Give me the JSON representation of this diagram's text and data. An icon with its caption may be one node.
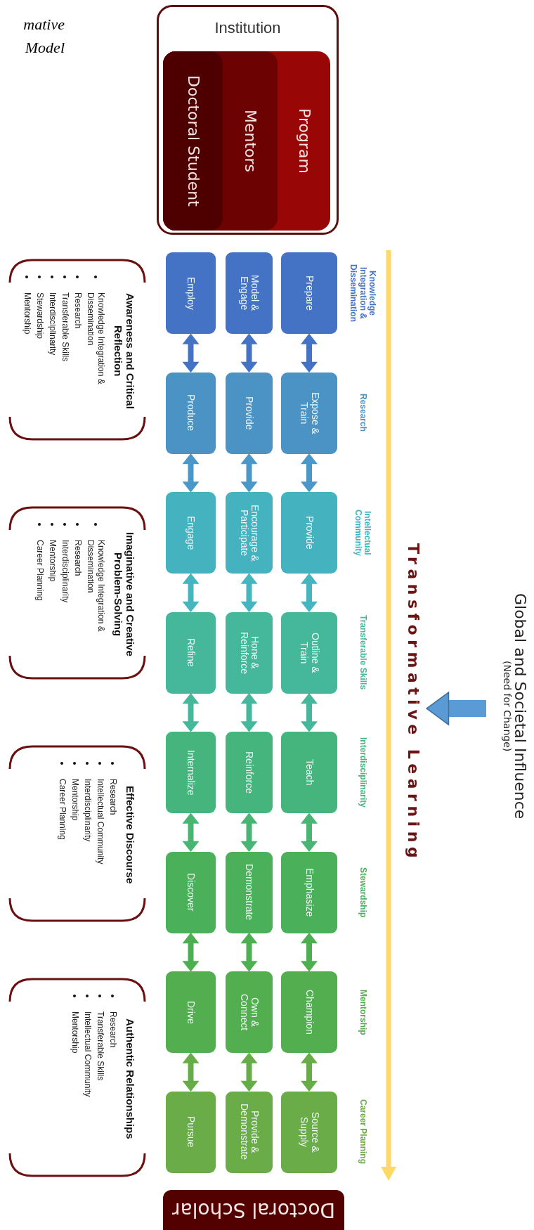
{
  "diagram": {
    "title": "mative Model",
    "nodes": [
      {
        "text": [
          "Institution"
        ]
      },
      {
        "text": [
          "Program"
        ],
        "in": 0
      },
      {
        "text": [
          "Mentors"
        ],
        "in": 1
      },
      {
        "text": [
          "Doctoral Student"
        ],
        "in": 2
      },
      {
        "text": [
          "Global and Societal Influence",
          "(Need for Change)"
        ]
      },
      {
        "text": [
          "Transformative Learning"
        ]
      },
      {
        "text": [
          "Prepare"
        ]
      },
      {
        "text": [
          "Expose & Train"
        ]
      },
      {
        "text": [
          "Provide"
        ]
      },
      {
        "text": [
          "Outline & Train"
        ]
      },
      {
        "text": [
          "Teach"
        ]
      },
      {
        "text": [
          "Emphasize"
        ]
      },
      {
        "text": [
          "Champion"
        ]
      },
      {
        "text": [
          "Source & Supply"
        ]
      },
      {
        "text": [
          "Model & Engage"
        ]
      },
      {
        "text": [
          "Provide"
        ]
      },
      {
        "text": [
          "Encourage & Participate"
        ]
      },
      {
        "text": [
          "Hone & Reinforce"
        ]
      },
      {
        "text": [
          "Reinforce"
        ]
      },
      {
        "text": [
          "Demonstrate"
        ]
      },
      {
        "text": [
          "Own & Connect"
        ]
      },
      {
        "text": [
          "Provide & Demonstrate"
        ]
      },
      {
        "text": [
          "Employ"
        ]
      },
      {
        "text": [
          "Produce"
        ]
      },
      {
        "text": [
          "Engage"
        ]
      },
      {
        "text": [
          "Refine"
        ]
      },
      {
        "text": [
          "Internalize"
        ]
      },
      {
        "text": [
          "Discover"
        ]
      },
      {
        "text": [
          "Drive"
        ]
      },
      {
        "text": [
          "Pursue"
        ]
      },
      {
        "text": [
          "Awareness and Critical Reflection",
          "Knowledge Integration & Dissemination",
          "Research",
          "Transferable Skills",
          "Interdisciplinarity",
          "Stewardship",
          "Mentorship"
        ]
      },
      {
        "text": [
          "Imaginative and Creative Problem-Solving",
          "Knowledge Integration & Dissemination",
          "Research",
          "Interdisciplinarity",
          "Mentorship",
          "Career Planning"
        ]
      },
      {
        "text": [
          "Effective Discourse",
          "Research",
          "Intellectual Community",
          "Interdisciplinarity",
          "Mentorship",
          "Career Planning"
        ]
      },
      {
        "text": [
          "Authentic Relationships",
          "Research",
          "Transferable Skills",
          "Intellectual Community",
          "Mentorship"
        ]
      },
      {
        "text": [
          "Doctoral Scholar"
        ]
      }
    ],
    "edges": [
      {
        "from": 6,
        "to": 7,
        "arrow": "both",
        "color": "#4472c4"
      },
      {
        "from": 7,
        "to": 8,
        "arrow": "both",
        "color": "#4a97c9"
      },
      {
        "from": 8,
        "to": 9,
        "arrow": "both",
        "color": "#45b5bf"
      },
      {
        "from": 9,
        "to": 10,
        "arrow": "both",
        "color": "#45b89c"
      },
      {
        "from": 10,
        "to": 11,
        "arrow": "both",
        "color": "#48b573"
      },
      {
        "from": 11,
        "to": 12,
        "arrow": "both",
        "color": "#4caf50"
      },
      {
        "from": 12,
        "to": 13,
        "arrow": "both",
        "color": "#66ad47"
      },
      {
        "from": 14,
        "to": 15,
        "arrow": "both",
        "color": "#4472c4"
      },
      {
        "from": 15,
        "to": 16,
        "arrow": "both",
        "color": "#4a97c9"
      },
      {
        "from": 16,
        "to": 17,
        "arrow": "both",
        "color": "#45b5bf"
      },
      {
        "from": 17,
        "to": 18,
        "arrow": "both",
        "color": "#45b89c"
      },
      {
        "from": 18,
        "to": 19,
        "arrow": "both",
        "color": "#48b573"
      },
      {
        "from": 19,
        "to": 20,
        "arrow": "both",
        "color": "#4caf50"
      },
      {
        "from": 20,
        "to": 21,
        "arrow": "both",
        "color": "#66ad47"
      },
      {
        "from": 22,
        "to": 23,
        "arrow": "both",
        "color": "#4472c4"
      },
      {
        "from": 23,
        "to": 24,
        "arrow": "both",
        "color": "#4a97c9"
      },
      {
        "from": 24,
        "to": 25,
        "arrow": "both",
        "color": "#45b5bf"
      },
      {
        "from": 25,
        "to": 26,
        "arrow": "both",
        "color": "#45b89c"
      },
      {
        "from": 26,
        "to": 27,
        "arrow": "both",
        "color": "#48b573"
      },
      {
        "from": 27,
        "to": 28,
        "arrow": "both",
        "color": "#4caf50"
      },
      {
        "from": 28,
        "to": 29,
        "arrow": "both",
        "color": "#66ad47"
      },
      {
        "from": 4,
        "to": 5,
        "arrow": "to",
        "style": "thick",
        "color": "#5b9bd5"
      }
    ],
    "labels": [
      "Knowledge Integration & Dissemination",
      "Research",
      "Intellectual Community",
      "Transferable Skills",
      "Interdisciplinarity",
      "Stewardship",
      "Mentorship",
      "Career Planning"
    ]
  }
}
